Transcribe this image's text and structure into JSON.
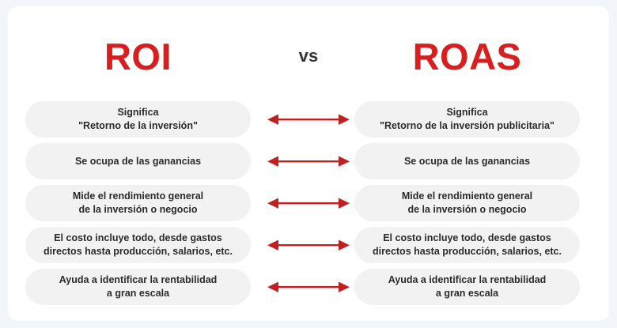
{
  "background": {
    "outer_color": "#f2f6fa",
    "card_color": "#ffffff"
  },
  "theme": {
    "accent_red": "#d81e1e",
    "pill_bg": "#f2f2f2",
    "text_color": "#2b2b2b",
    "vs_color": "#333333"
  },
  "header": {
    "left_title": "ROI",
    "separator": "vs",
    "right_title": "ROAS"
  },
  "comparison": {
    "rows": [
      {
        "left": "Significa\n\"Retorno de la inversión\"",
        "connector": "double-arrow-icon",
        "right": "Significa\n\"Retorno de la inversión publicitaria\""
      },
      {
        "left": "Se ocupa de las ganancias",
        "connector": "double-arrow-icon",
        "right": "Se ocupa de las ganancias"
      },
      {
        "left": "Mide el rendimiento general\nde la inversión o negocio",
        "connector": "double-arrow-icon",
        "right": "Mide el rendimiento general\nde la inversión o negocio"
      },
      {
        "left": "El costo incluye todo, desde gastos\ndirectos hasta producción, salarios, etc.",
        "connector": "double-arrow-icon",
        "right": "El costo incluye todo, desde gastos\ndirectos hasta producción, salarios, etc."
      },
      {
        "left": "Ayuda a identificar la rentabilidad\na gran escala",
        "connector": "double-arrow-icon",
        "right": "Ayuda a identificar la rentabilidad\na gran escala"
      }
    ]
  }
}
